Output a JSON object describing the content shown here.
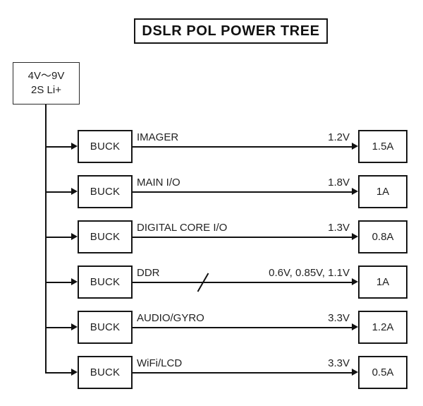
{
  "title": "DSLR POL POWER TREE",
  "source": {
    "name": "battery-source",
    "voltage_range": "4V〜9V",
    "chemistry": "2S Li+"
  },
  "converter_label": "BUCK",
  "rails": [
    {
      "name": "IMAGER",
      "voltage": "1.2V",
      "current": "1.5A",
      "multi_rail": false
    },
    {
      "name": "MAIN I/O",
      "voltage": "1.8V",
      "current": "1A",
      "multi_rail": false
    },
    {
      "name": "DIGITAL CORE I/O",
      "voltage": "1.3V",
      "current": "0.8A",
      "multi_rail": false
    },
    {
      "name": "DDR",
      "voltage": "0.6V, 0.85V, 1.1V",
      "current": "1A",
      "multi_rail": true
    },
    {
      "name": "AUDIO/GYRO",
      "voltage": "3.3V",
      "current": "1.2A",
      "multi_rail": false
    },
    {
      "name": "WiFi/LCD",
      "voltage": "3.3V",
      "current": "0.5A",
      "multi_rail": false
    }
  ],
  "colors": {
    "background": "#ffffff",
    "stroke": "#111111",
    "text": "#222222"
  }
}
